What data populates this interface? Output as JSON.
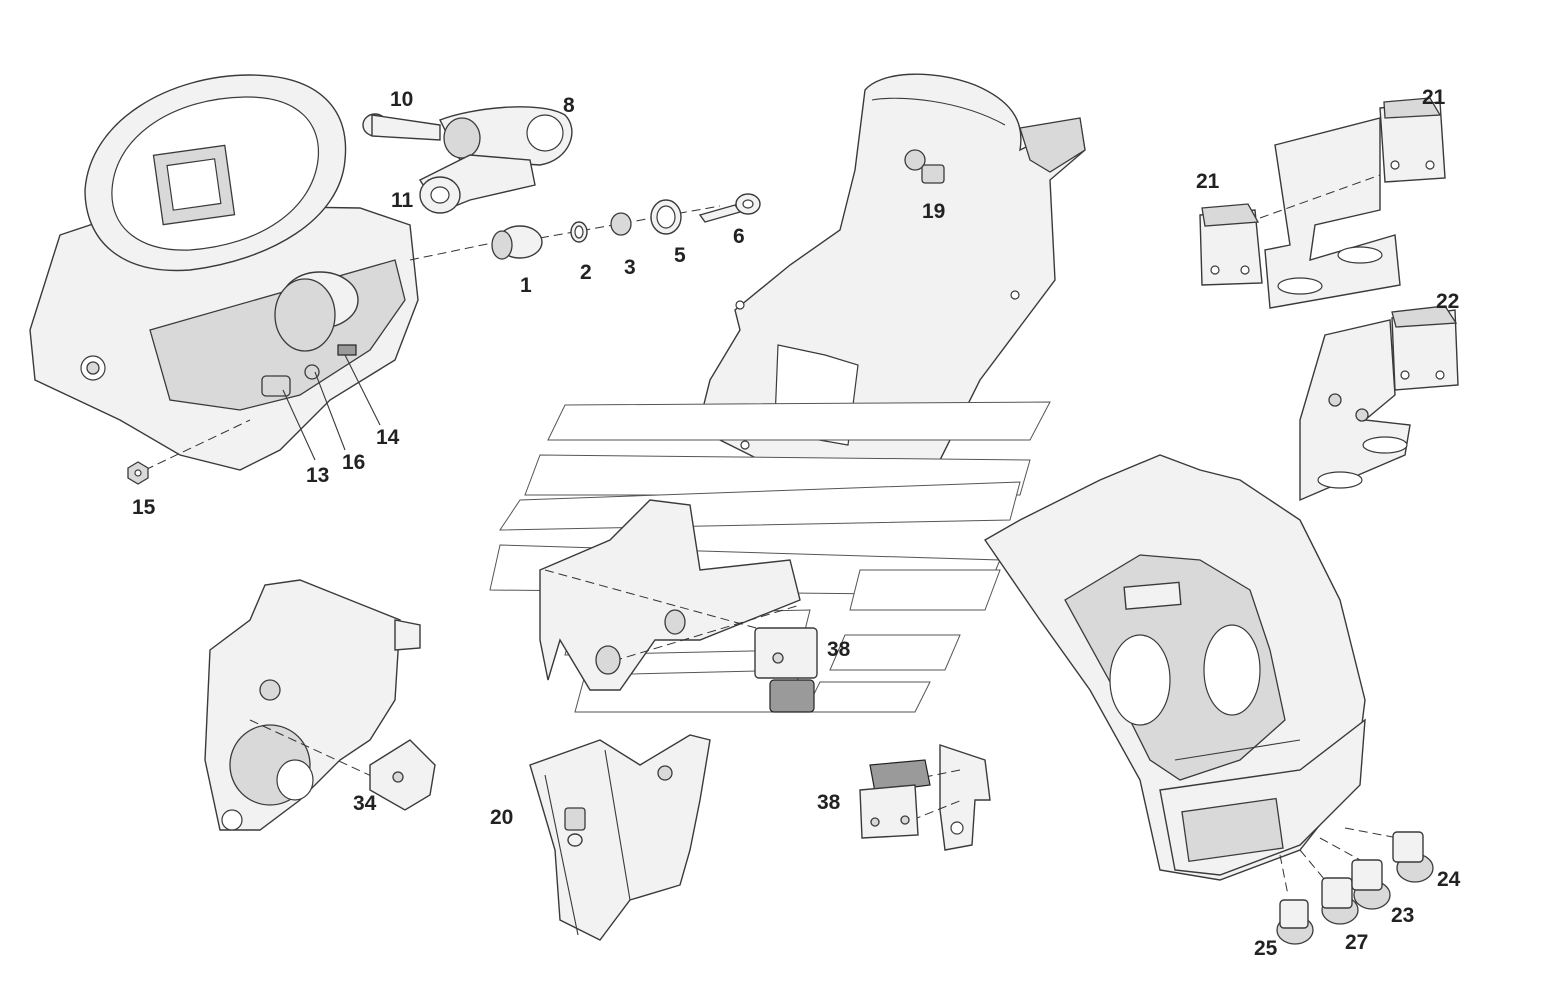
{
  "diagram": {
    "callouts": [
      {
        "id": "10",
        "text": "10"
      },
      {
        "id": "8",
        "text": "8"
      },
      {
        "id": "11",
        "text": "11"
      },
      {
        "id": "1",
        "text": "1"
      },
      {
        "id": "2",
        "text": "2"
      },
      {
        "id": "3",
        "text": "3"
      },
      {
        "id": "5",
        "text": "5"
      },
      {
        "id": "6",
        "text": "6"
      },
      {
        "id": "13",
        "text": "13"
      },
      {
        "id": "16",
        "text": "16"
      },
      {
        "id": "14",
        "text": "14"
      },
      {
        "id": "15",
        "text": "15"
      },
      {
        "id": "19",
        "text": "19"
      },
      {
        "id": "21a",
        "text": "21"
      },
      {
        "id": "21b",
        "text": "21"
      },
      {
        "id": "22",
        "text": "22"
      },
      {
        "id": "38a",
        "text": "38"
      },
      {
        "id": "38b",
        "text": "38"
      },
      {
        "id": "34",
        "text": "34"
      },
      {
        "id": "20",
        "text": "20"
      },
      {
        "id": "24",
        "text": "24"
      },
      {
        "id": "23",
        "text": "23"
      },
      {
        "id": "27",
        "text": "27"
      },
      {
        "id": "25",
        "text": "25"
      }
    ]
  }
}
